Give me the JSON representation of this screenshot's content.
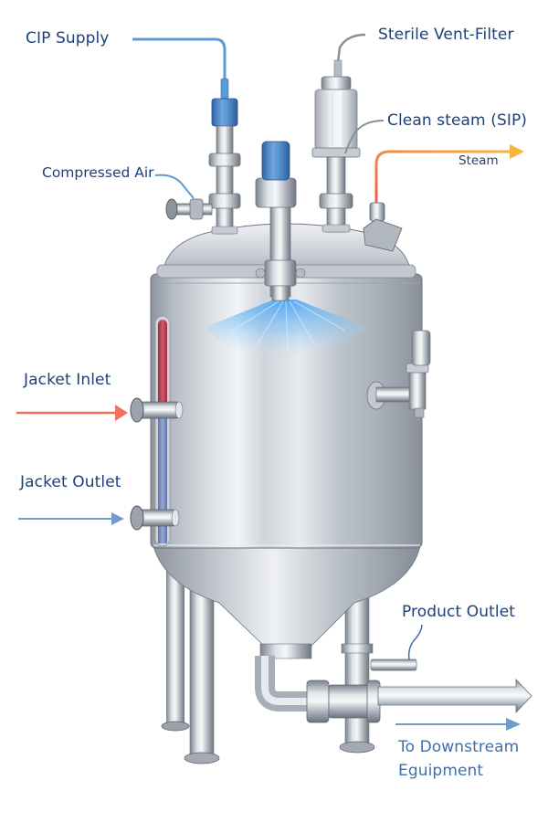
{
  "diagram": {
    "title": "",
    "subject": "Stainless steel process vessel with CIP/SIP connections",
    "labels": {
      "cip_supply": "CIP Supply",
      "sterile_vent_filter": "Sterile Vent-Filter",
      "clean_steam": "Clean steam (SIP)",
      "steam": "Steam",
      "compressed_air": "Compressed Air",
      "jacket_inlet": "Jacket Inlet",
      "jacket_outlet": "Jacket Outlet",
      "product_outlet": "Product Outlet",
      "to_downstream_line1": "To Downstream",
      "to_downstream_line2": "Eguipment"
    },
    "components": [
      {
        "id": "cip-supply-line",
        "label": "CIP Supply",
        "color": "#5b9bd5"
      },
      {
        "id": "vent-filter",
        "label": "Sterile Vent-Filter",
        "color": "#c8ccd2"
      },
      {
        "id": "clean-steam-line",
        "label": "Clean steam (SIP)",
        "color": "#8a8f96"
      },
      {
        "id": "steam-arrow",
        "label": "Steam",
        "color_start": "#f0604a",
        "color_end": "#f5b43a"
      },
      {
        "id": "compressed-air-valve",
        "label": "Compressed Air",
        "color": "#5b9bd5"
      },
      {
        "id": "spray-ball",
        "label": "",
        "color": "#6fb4ee"
      },
      {
        "id": "jacket-inlet",
        "label": "Jacket Inlet",
        "arrow_color": "#f07060"
      },
      {
        "id": "jacket-outlet",
        "label": "Jacket Outlet",
        "arrow_color": "#6f9ccc"
      },
      {
        "id": "sample-valve",
        "label": "",
        "color": "#b9bec6"
      },
      {
        "id": "product-outlet",
        "label": "Product Outlet",
        "color": "#c9ced5"
      },
      {
        "id": "downstream-arrow",
        "label": "To Downstream Eguipment",
        "arrow_color": "#6f9ccc"
      }
    ],
    "colors": {
      "label_text": "#1f3f78",
      "label_text_light": "#3f6ea8",
      "steel_light": "#e7eaee",
      "steel_mid": "#b8bec7",
      "steel_dark": "#7d848f",
      "hot_jacket": "#c9485a",
      "cold_jacket": "#7d93c4",
      "cip_blue": "#4f8fd0"
    }
  }
}
